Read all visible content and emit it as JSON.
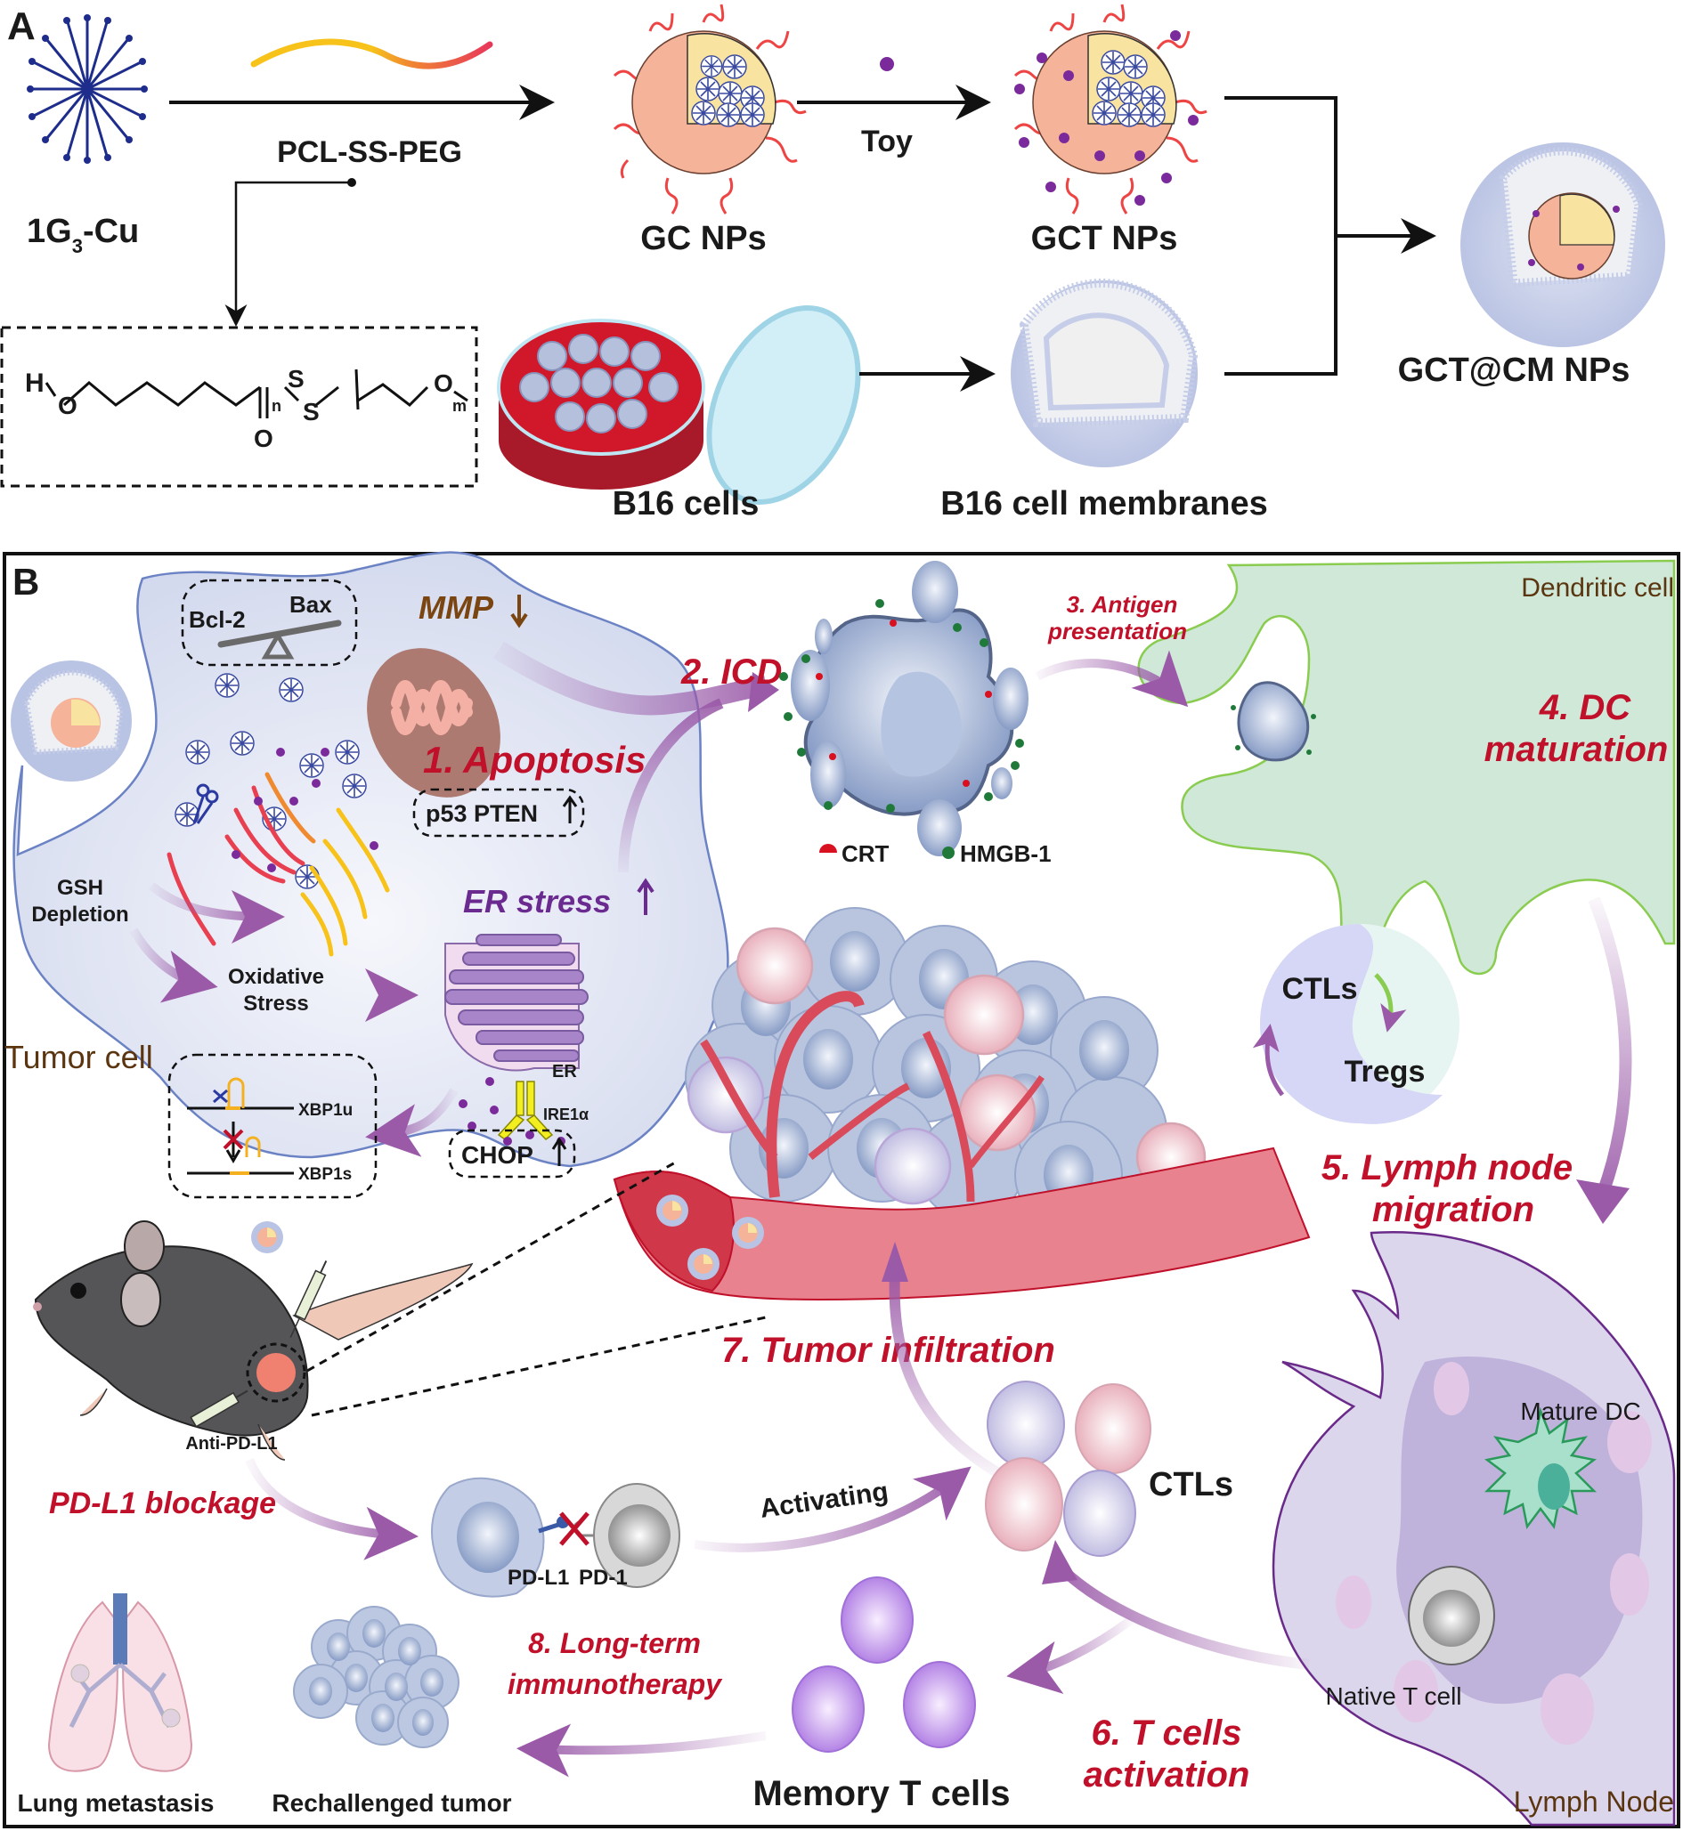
{
  "panel_a": {
    "label": "A",
    "dendrimer_label": "1G",
    "dendrimer_sub": "3",
    "dendrimer_suffix": "-Cu",
    "polymer_label": "PCL-SS-PEG",
    "gc_label": "GC NPs",
    "toy_label": "Toy",
    "gct_label": "GCT NPs",
    "b16_cells_label": "B16 cells",
    "membranes_label": "B16 cell membranes",
    "final_label": "GCT@CM NPs",
    "chem": {
      "h": "H",
      "o1": "O",
      "n": "n",
      "s1": "S",
      "s2": "S",
      "o2": "O",
      "m": "m",
      "carbonyl_o": "O"
    }
  },
  "panel_b": {
    "label": "B",
    "tumor_cell_label": "Tumor cell",
    "bcl2": "Bcl-2",
    "bax": "Bax",
    "mmp": "MMP",
    "step1": "1. Apoptosis",
    "p53": "p53 PTEN",
    "er_stress": "ER stress",
    "gsh_line1": "GSH",
    "gsh_line2": "Depletion",
    "ox_line1": "Oxidative",
    "ox_line2": "Stress",
    "er": "ER",
    "ire1a": "IRE1α",
    "xbp1u": "XBP1u",
    "xbp1s": "XBP1s",
    "chop": "CHOP",
    "step2": "2. ICD",
    "crt": "CRT",
    "hmgb1": "HMGB-1",
    "step3_line1": "3. Antigen",
    "step3_line2": "presentation",
    "dendritic_cell_label": "Dendritic cell",
    "step4_line1": "4. DC",
    "step4_line2": "maturation",
    "ctls_circle": "CTLs",
    "tregs": "Tregs",
    "step5_line1": "5. Lymph node",
    "step5_line2": "migration",
    "step7": "7. Tumor infiltration",
    "anti_pdl1": "Anti-PD-L1",
    "pdl1_blockage": "PD-L1 blockage",
    "pdl1": "PD-L1",
    "pd1": "PD-1",
    "activating": "Activating",
    "ctls": "CTLs",
    "mature_dc": "Mature DC",
    "native_t": "Native T cell",
    "lymph_node": "Lymph Node",
    "step6_line1": "6. T cells",
    "step6_line2": "activation",
    "memory_t": "Memory T cells",
    "step8_line1": "8. Long-term",
    "step8_line2": "immunotherapy",
    "lung": "Lung metastasis",
    "rechallenged": "Rechallenged tumor"
  },
  "colors": {
    "step_red": "#c0102a",
    "cell_blue": "#dde3f2",
    "arrow_purple": "#9a5aa8",
    "dc_green": "#cfe8d8",
    "vessel_red": "#d94a5a"
  }
}
